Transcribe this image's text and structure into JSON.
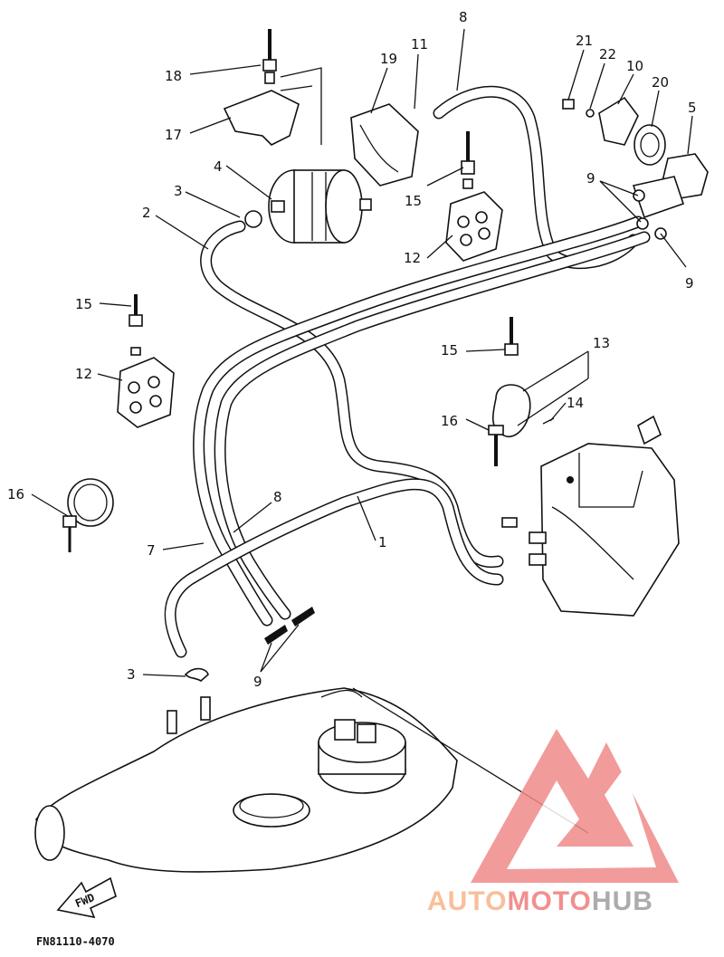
{
  "diagram": {
    "callouts": [
      {
        "id": "c18",
        "text": "18"
      },
      {
        "id": "c17",
        "text": "17"
      },
      {
        "id": "c19",
        "text": "19"
      },
      {
        "id": "c11",
        "text": "11"
      },
      {
        "id": "c8a",
        "text": "8"
      },
      {
        "id": "c21",
        "text": "21"
      },
      {
        "id": "c22",
        "text": "22"
      },
      {
        "id": "c10",
        "text": "10"
      },
      {
        "id": "c20",
        "text": "20"
      },
      {
        "id": "c5",
        "text": "5"
      },
      {
        "id": "c4",
        "text": "4"
      },
      {
        "id": "c3a",
        "text": "3"
      },
      {
        "id": "c2",
        "text": "2"
      },
      {
        "id": "c15a",
        "text": "15"
      },
      {
        "id": "c12a",
        "text": "12"
      },
      {
        "id": "c9a",
        "text": "9"
      },
      {
        "id": "c9b",
        "text": "9"
      },
      {
        "id": "c15b",
        "text": "15"
      },
      {
        "id": "c12b",
        "text": "12"
      },
      {
        "id": "c15c",
        "text": "15"
      },
      {
        "id": "c13",
        "text": "13"
      },
      {
        "id": "c14",
        "text": "14"
      },
      {
        "id": "c16a",
        "text": "16"
      },
      {
        "id": "c16b",
        "text": "16"
      },
      {
        "id": "c8b",
        "text": "8"
      },
      {
        "id": "c7",
        "text": "7"
      },
      {
        "id": "c1",
        "text": "1"
      },
      {
        "id": "c3b",
        "text": "3"
      },
      {
        "id": "c9c",
        "text": "9"
      }
    ],
    "fwd_label": "FWD",
    "figure_code": "FN81110-4070"
  },
  "watermark": {
    "text_part1": "AUTO",
    "text_part2": "MOTO",
    "text_part3": "HUB",
    "color1": "#f7b58a",
    "color2": "#f07c7c",
    "color3": "#9e9e9e"
  }
}
